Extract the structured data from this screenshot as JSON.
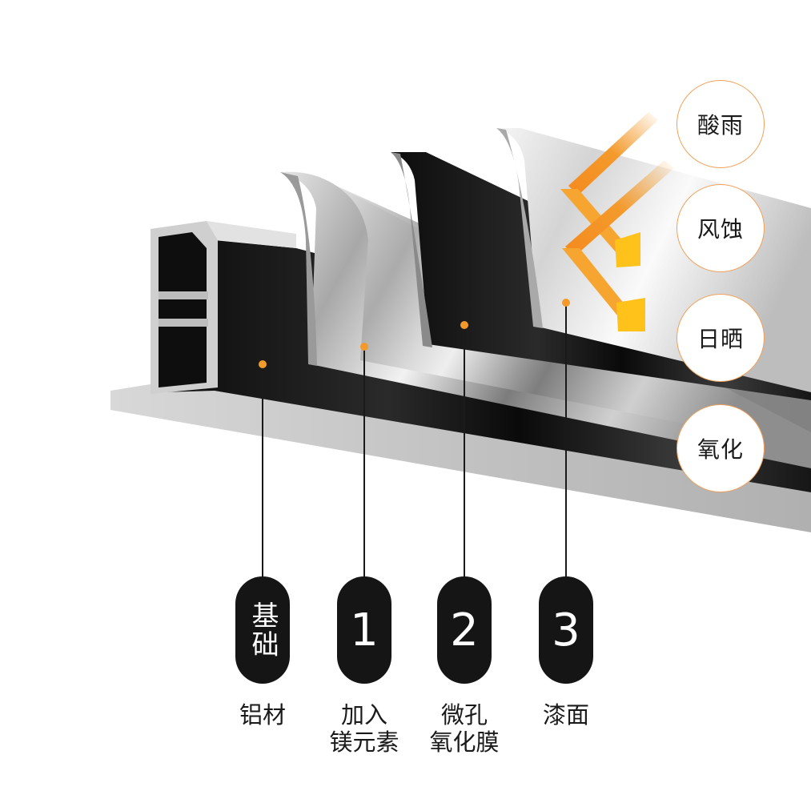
{
  "threats": [
    "酸雨",
    "风蚀",
    "日晒",
    "氧化"
  ],
  "layers": [
    {
      "badge": "基础",
      "caption_line1": "铝材",
      "caption_line2": ""
    },
    {
      "badge": "1",
      "caption_line1": "加入",
      "caption_line2": "镁元素"
    },
    {
      "badge": "2",
      "caption_line1": "微孔",
      "caption_line2": "氧化膜"
    },
    {
      "badge": "3",
      "caption_line1": "漆面",
      "caption_line2": ""
    }
  ],
  "colors": {
    "accent": "#f39a2b",
    "arrow_light": "#ffc21a",
    "badge": "#151515",
    "circle_border": "#f0a15a"
  }
}
